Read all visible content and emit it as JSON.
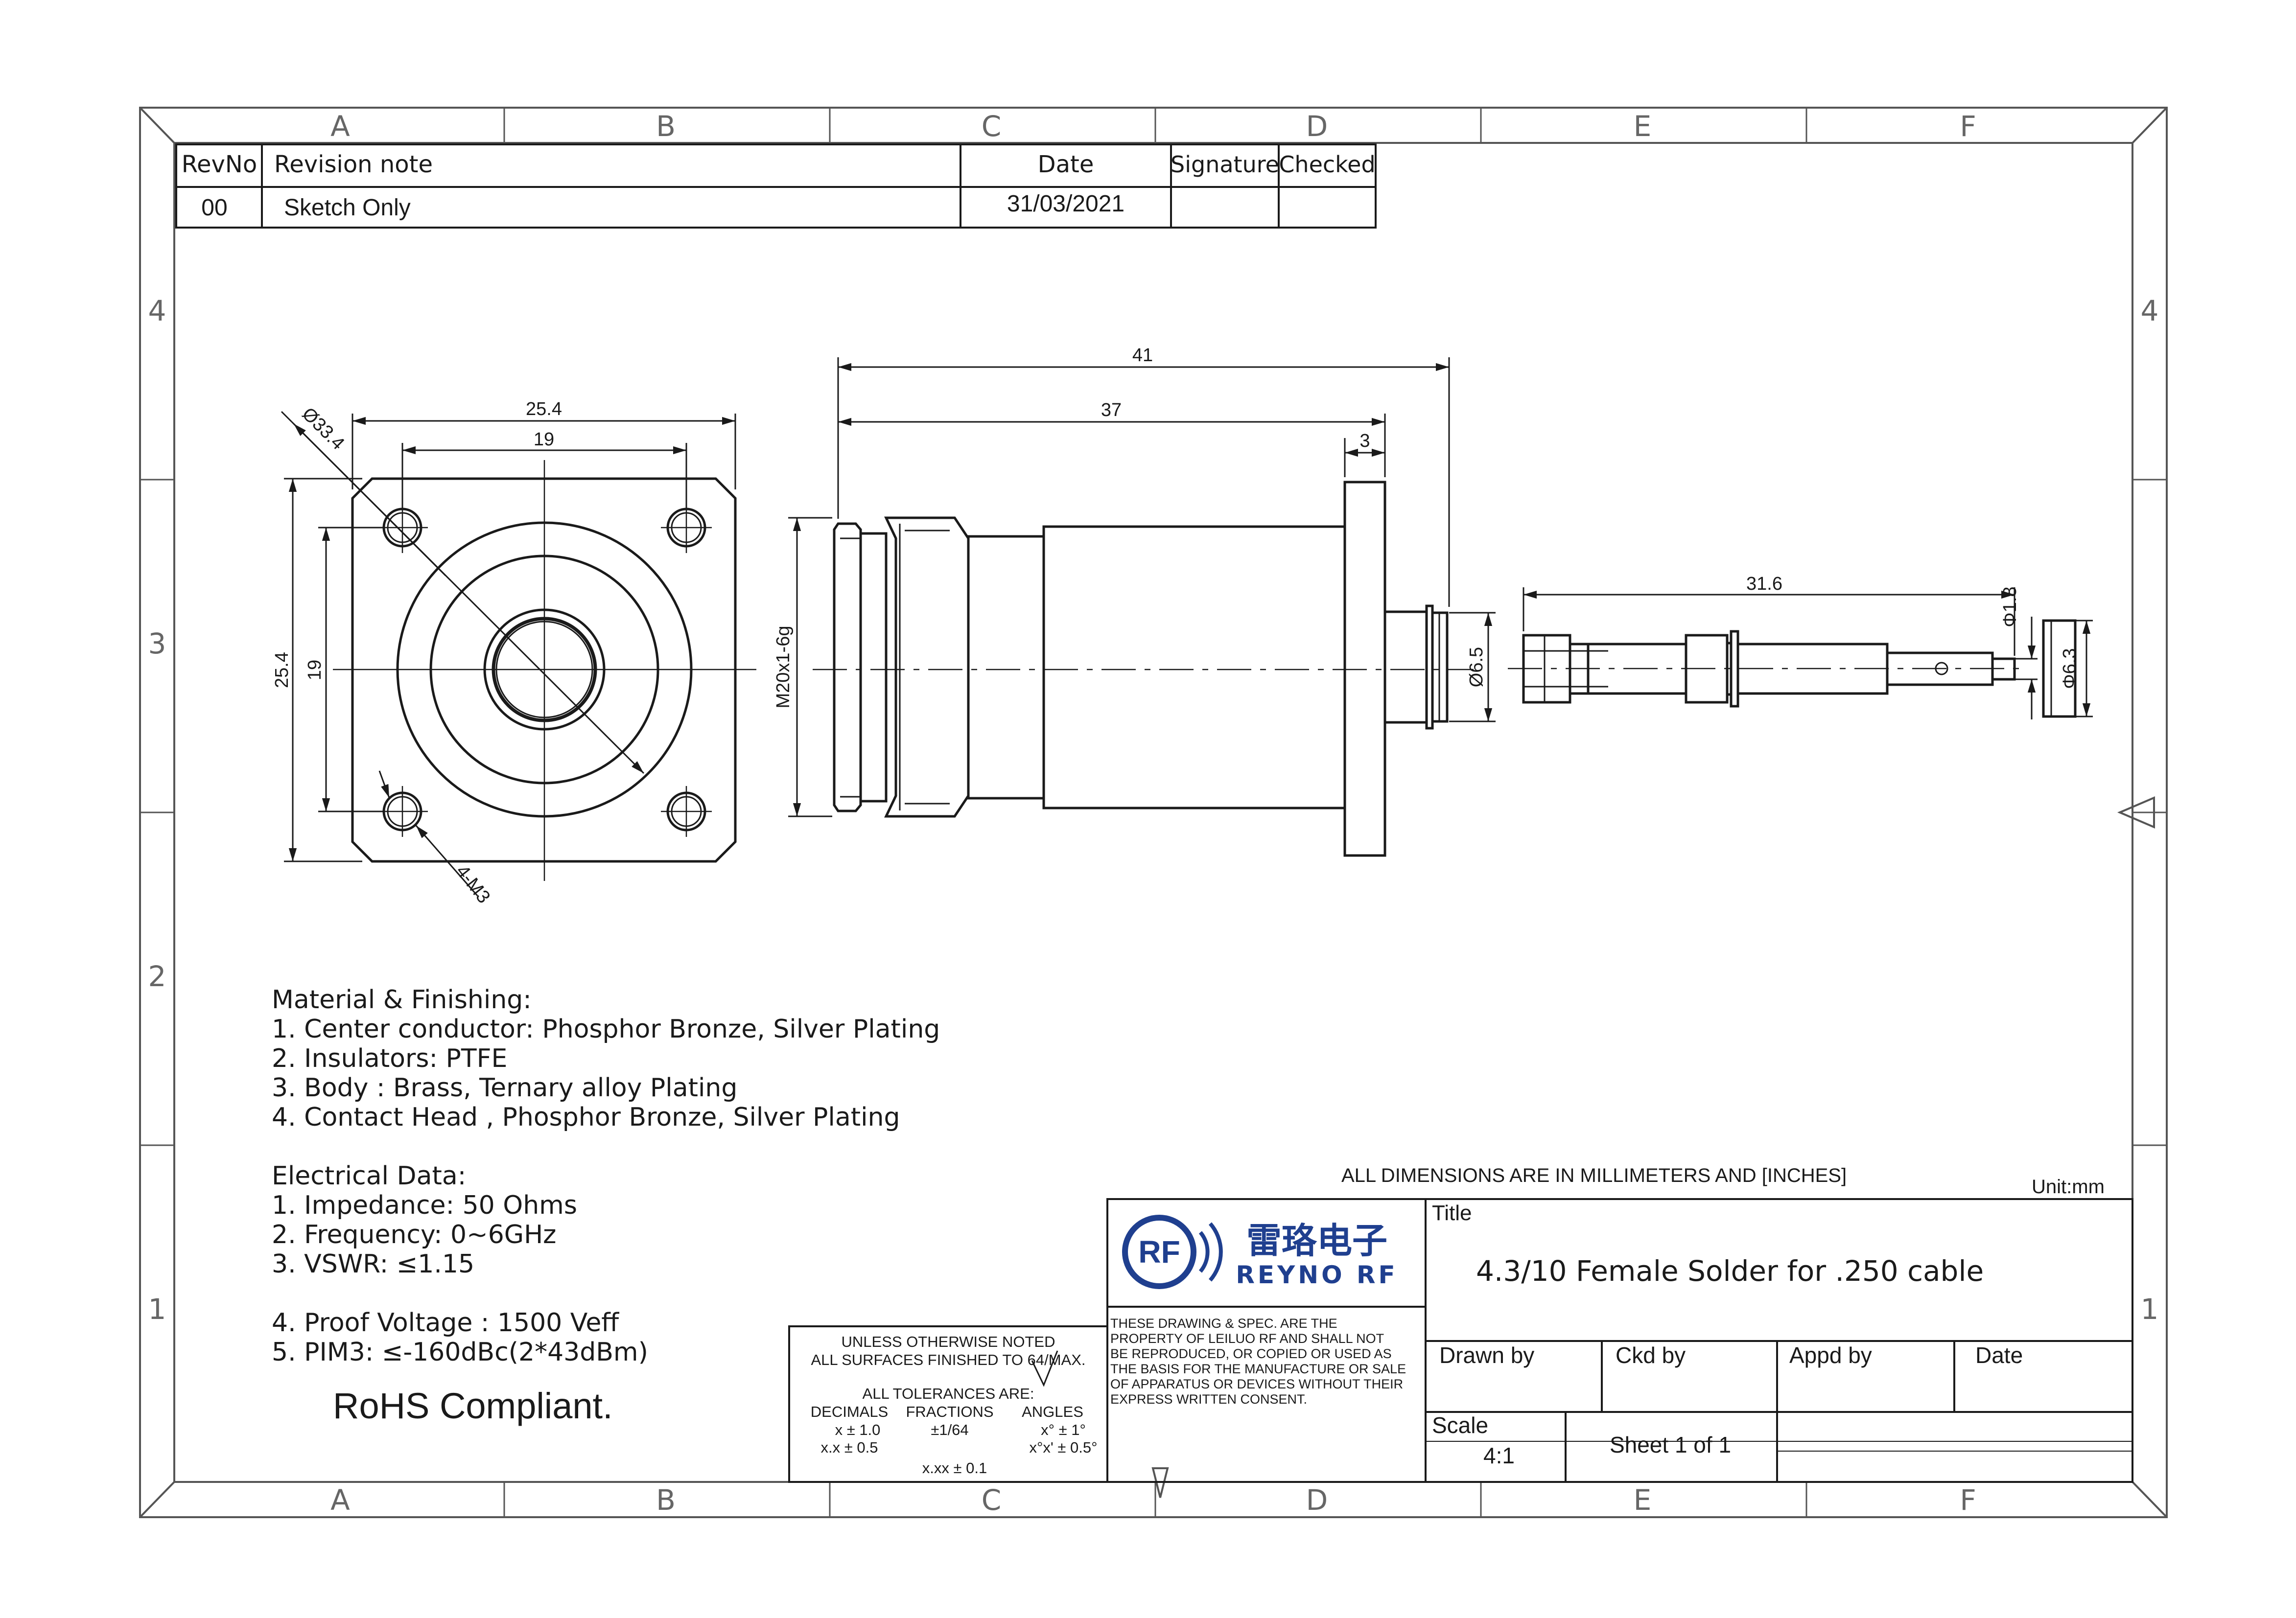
{
  "zones": {
    "cols": [
      "A",
      "B",
      "C",
      "D",
      "E",
      "F"
    ],
    "rows": [
      "4",
      "3",
      "2",
      "1"
    ]
  },
  "revision": {
    "headers": {
      "revno": "RevNo",
      "note": "Revision note",
      "date": "Date",
      "signature": "Signature",
      "checked": "Checked"
    },
    "row": {
      "revno": "00",
      "note": "Sketch Only",
      "date": "31/03/2021",
      "signature": "",
      "checked": ""
    }
  },
  "dims": {
    "front_od": "Ø33.4",
    "front_w_outer": "25.4",
    "front_w_inner": "19",
    "front_h_outer": "25.4",
    "front_h_inner": "19",
    "front_holes": "4-M3",
    "side_total": "41",
    "side_body": "37",
    "side_flange": "3",
    "side_thread": "M20x1-6g",
    "side_rear_dia": "Ø6.5",
    "pin_len": "31.6",
    "pin_tip_dia": "Φ1.8",
    "pin_ins_dia": "Φ6.3"
  },
  "notes": {
    "material_title": "Material & Finishing:",
    "material": [
      "1. Center conductor: Phosphor Bronze, Silver Plating",
      "2. Insulators: PTFE",
      "3. Body : Brass, Ternary alloy Plating",
      "4. Contact Head , Phosphor Bronze, Silver Plating"
    ],
    "electrical_title": "Electrical Data:",
    "electrical": [
      "1. Impedance: 50 Ohms",
      "2. Frequency: 0~6GHz",
      "3. VSWR:   ≤1.15",
      "4. Proof Voltage : 1500 Veff",
      "5. PIM3: ≤-160dBc(2*43dBm)"
    ],
    "rohs": "RoHS Compliant."
  },
  "tolerance": {
    "line1": "UNLESS OTHERWISE NOTED",
    "line2": "ALL SURFACES FINISHED TO 64/MAX.",
    "line3": "ALL TOLERANCES ARE:",
    "decimals_h": "DECIMALS",
    "fractions_h": "FRACTIONS",
    "angles_h": "ANGLES",
    "dec1": "x ± 1.0",
    "dec2": "x.x ± 0.5",
    "frac1": "±1/64",
    "frac2": "x.xx ± 0.1",
    "ang1": "x° ± 1°",
    "ang2": "x°x' ± 0.5°"
  },
  "title_block": {
    "units_note": "ALL DIMENSIONS ARE IN MILLIMETERS AND [INCHES]",
    "unit": "Unit:mm",
    "logo_cn": "雷珞电子",
    "logo_en": "REYNO RF",
    "logo_mark": "RF",
    "property": [
      "THESE DRAWING & SPEC. ARE THE",
      "PROPERTY OF LEILUO RF AND SHALL NOT",
      "BE REPRODUCED, OR COPIED OR USED AS",
      "THE BASIS FOR THE MANUFACTURE OR SALE",
      "OF APPARATUS OR DEVICES WITHOUT THEIR",
      "EXPRESS WRITTEN CONSENT."
    ],
    "title_label": "Title",
    "title": "4.3/10 Female Solder for .250 cable",
    "drawn_by": "Drawn by",
    "ckd_by": "Ckd by",
    "appd_by": "Appd by",
    "date": "Date",
    "scale_label": "Scale",
    "scale": "4:1",
    "sheet": "Sheet 1 of 1"
  },
  "colors": {
    "line": "#1a1a1a",
    "frame_gray": "#555555",
    "logo_blue": "#1f3f8f"
  }
}
